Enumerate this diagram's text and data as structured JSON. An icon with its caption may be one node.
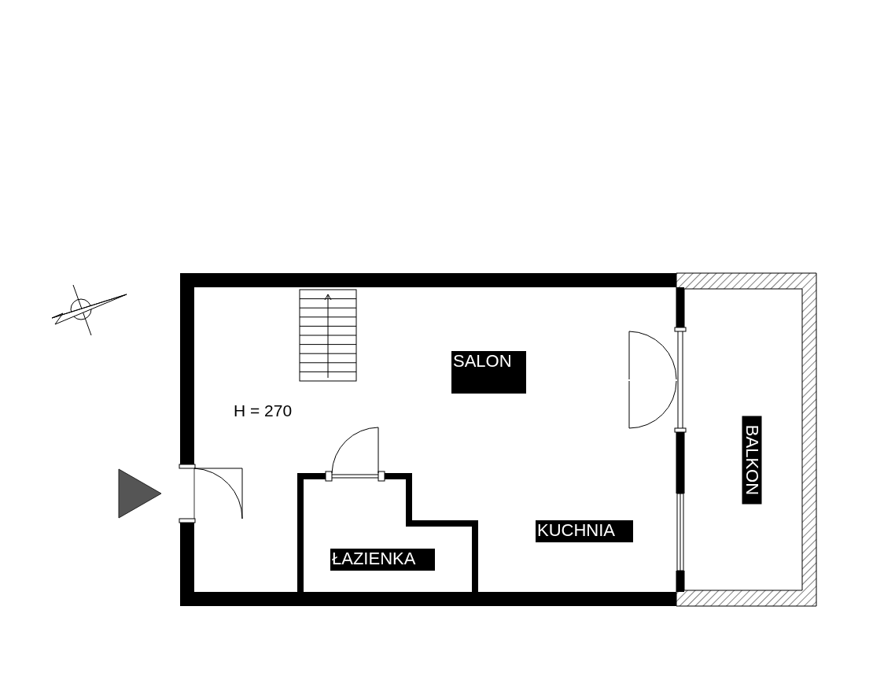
{
  "diagram": {
    "labels": [
      "SALON",
      "H = 270",
      "BALKON",
      "KUCHNIA",
      "ŁAZIENKA"
    ]
  }
}
